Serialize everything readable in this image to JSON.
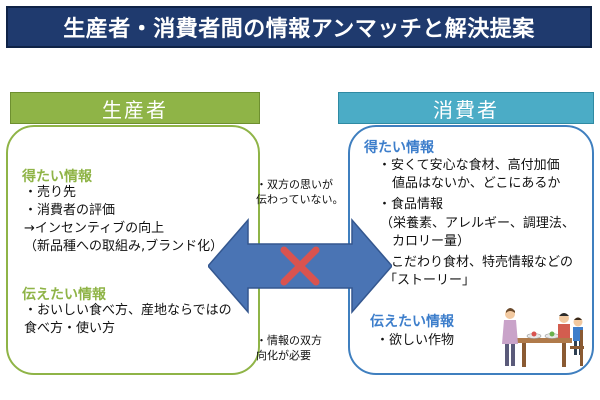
{
  "title": "生産者・消費者間の情報アンマッチと解決提案",
  "producer": {
    "header": "生産者",
    "get_title": "得たい情報",
    "get_items": [
      "・売り先",
      "・消費者の評価",
      "→インセンティブの向上",
      "（新品種への取組み,ブランド化）"
    ],
    "give_title": "伝えたい情報",
    "give_items": [
      "・おいしい食べ方、産地ならではの",
      "食べ方・使い方"
    ]
  },
  "consumer": {
    "header": "消費者",
    "get_title": "得たい情報",
    "get_items": [
      "・安くて安心な食材、高付加価",
      "値品はないか、どこにあるか",
      "・食品情報",
      "（栄養素、アレルギー、調理法、",
      "カロリー量）",
      "・こだわり食材、特売情報などの",
      "「ストーリー」"
    ],
    "give_title": "伝えたい情報",
    "give_items": [
      "・欲しい作物"
    ]
  },
  "notes": {
    "top": [
      "・双方の思いが",
      "伝わっていない。"
    ],
    "bottom": [
      "・情報の双方",
      "向化が必要"
    ]
  },
  "colors": {
    "title_bg": "#1f3a6e",
    "producer_green": "#8fb447",
    "consumer_blue": "#4bacc6",
    "arrow_blue": "#4a74b4",
    "cross_red": "#d9534f"
  },
  "icons": [
    "double-arrow-icon",
    "cross-icon",
    "family-illustration-icon"
  ]
}
